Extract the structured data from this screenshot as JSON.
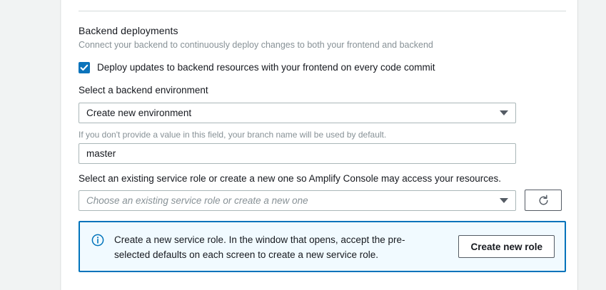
{
  "section": {
    "title": "Backend deployments",
    "description": "Connect your backend to continuously deploy changes to both your frontend and backend"
  },
  "deploy_updates_checkbox": {
    "label": "Deploy updates to backend resources with your frontend on every code commit",
    "checked": true,
    "accent_color": "#0a73bb"
  },
  "backend_environment": {
    "label": "Select a backend environment",
    "selected_value": "Create new environment",
    "dropdown_icon": "chevron-down-icon"
  },
  "environment_name": {
    "hint": "If you don't provide a value in this field, your branch name will be used by default.",
    "value": "master",
    "placeholder": ""
  },
  "service_role": {
    "label": "Select an existing service role or create a new one so Amplify Console may access your resources.",
    "placeholder": "Choose an existing service role or create a new one",
    "selected_value": "",
    "dropdown_icon": "chevron-down-icon",
    "refresh_icon": "refresh-icon"
  },
  "info_alert": {
    "icon": "info-circle-icon",
    "text": "Create a new service role. In the window that opens, accept the pre-selected defaults on each screen to create a new service role.",
    "button_label": "Create new role",
    "border_color": "#0073bb",
    "background_color": "#f1faff"
  }
}
